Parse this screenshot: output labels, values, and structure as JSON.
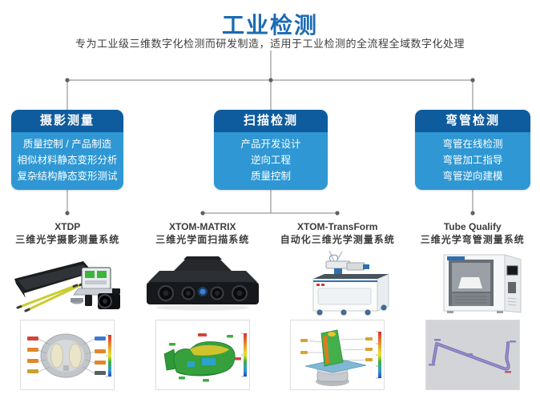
{
  "header": {
    "title": "工业检测",
    "subtitle": "专为工业级三维数字化检测而研发制造，适用于工业检测的全流程全域数字化处理"
  },
  "colors": {
    "title_blue": "#1b6bb3",
    "branch_header_blue": "#0e5c9e",
    "branch_body_blue": "#2e97d4",
    "connector_gray": "#808080"
  },
  "branches": [
    {
      "title": "摄影测量",
      "items": [
        "质量控制 / 产品制造",
        "相似材料静态变形分析",
        "复杂结构静态变形测试"
      ]
    },
    {
      "title": "扫描检测",
      "items": [
        "产品开发设计",
        "逆向工程",
        "质量控制"
      ]
    },
    {
      "title": "弯管检测",
      "items": [
        "弯管在线检测",
        "弯管加工指导",
        "弯管逆向建模"
      ]
    }
  ],
  "products": [
    {
      "name": "XTDP",
      "desc": "三维光学摄影测量系统",
      "photo": "photogrammetry-kit",
      "result": "wheel-deviation-colormap"
    },
    {
      "name": "XTOM-MATRIX",
      "desc": "三维光学面扫描系统",
      "photo": "structured-light-scanner",
      "result": "oil-pan-deviation-colormap"
    },
    {
      "name": "XTOM-TransForm",
      "desc": "自动化三维光学测量系统",
      "photo": "automated-measuring-machine",
      "result": "blade-deviation-colormap"
    },
    {
      "name": "Tube Qualify",
      "desc": "三维光学弯管测量系统",
      "photo": "tube-measuring-cabinet",
      "result": "bent-tube-3d-model"
    }
  ]
}
